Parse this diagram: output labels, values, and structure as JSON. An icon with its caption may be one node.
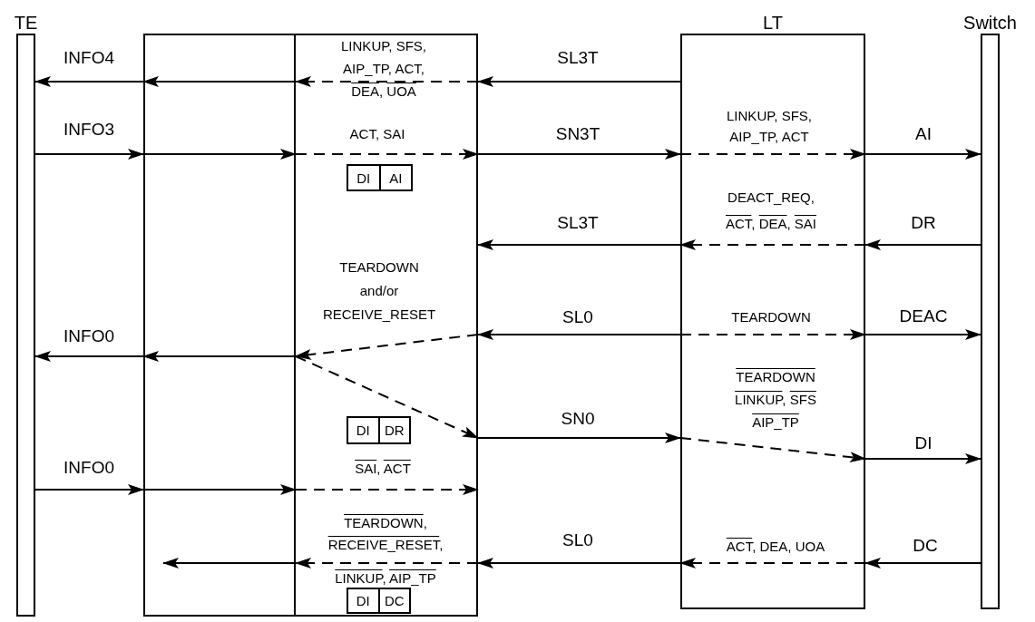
{
  "diagram": {
    "nodes": [
      {
        "text": [
          "TE"
        ]
      },
      {
        "text": [],
        "shape": "box"
      },
      {
        "text": [],
        "shape": "box"
      },
      {
        "text": [
          "LT"
        ]
      },
      {
        "text": [
          "Switch"
        ]
      },
      {
        "text": [
          "DI",
          "AI"
        ],
        "in": 2
      },
      {
        "text": [
          "DI",
          "DR"
        ],
        "in": 2
      },
      {
        "text": [
          "DI",
          "DC"
        ],
        "in": 2
      }
    ],
    "edges": [
      {
        "from": 3,
        "to": 2,
        "arrow": "to",
        "label": "SL3T"
      },
      {
        "from": 2,
        "to": 1,
        "arrow": "to",
        "style": "dashed",
        "label": "LINKUP, SFS, AIP_TP, ACT, DEA, UOA"
      },
      {
        "from": 1,
        "to": 0,
        "arrow": "to",
        "label": "INFO4"
      },
      {
        "from": 0,
        "to": 1,
        "arrow": "to",
        "label": "INFO3"
      },
      {
        "from": 1,
        "to": 2,
        "arrow": "to",
        "style": "dashed",
        "label": "ACT, SAI"
      },
      {
        "from": 2,
        "to": 3,
        "arrow": "to",
        "label": "SN3T"
      },
      {
        "from": 3,
        "to": 3,
        "arrow": "to",
        "style": "dashed",
        "label": "LINKUP, SFS, AIP_TP, ACT"
      },
      {
        "from": 3,
        "to": 4,
        "arrow": "to",
        "label": "AI"
      },
      {
        "from": 4,
        "to": 3,
        "arrow": "to",
        "label": "DR"
      },
      {
        "from": 3,
        "to": 3,
        "arrow": "to",
        "style": "dashed",
        "label": "DEACT_REQ, ACT, DEA, SAI"
      },
      {
        "from": 3,
        "to": 2,
        "arrow": "to",
        "label": "SL3T"
      },
      {
        "from": 3,
        "to": 2,
        "arrow": "to",
        "label": "SL0"
      },
      {
        "from": 3,
        "to": 3,
        "arrow": "to",
        "style": "dashed",
        "label": "TEARDOWN"
      },
      {
        "from": 3,
        "to": 4,
        "arrow": "to",
        "label": "DEAC"
      },
      {
        "from": 2,
        "to": 1,
        "arrow": "to",
        "style": "dashed",
        "label": "TEARDOWN and/or RECEIVE_RESET"
      },
      {
        "from": 1,
        "to": 0,
        "arrow": "to",
        "label": "INFO0"
      },
      {
        "from": 1,
        "to": 2,
        "arrow": "to",
        "style": "dashed"
      },
      {
        "from": 2,
        "to": 3,
        "arrow": "to",
        "label": "SN0"
      },
      {
        "from": 3,
        "to": 3,
        "arrow": "to",
        "style": "dashed",
        "label": "TEARDOWN LINKUP, SFS AIP_TP"
      },
      {
        "from": 3,
        "to": 4,
        "arrow": "to",
        "label": "DI"
      },
      {
        "from": 0,
        "to": 1,
        "arrow": "to",
        "label": "INFO0"
      },
      {
        "from": 1,
        "to": 2,
        "arrow": "to",
        "style": "dashed",
        "label": "SAI, ACT"
      },
      {
        "from": 4,
        "to": 3,
        "arrow": "to",
        "label": "DC"
      },
      {
        "from": 3,
        "to": 3,
        "arrow": "to",
        "style": "dashed",
        "label": "ACT, DEA, UOA"
      },
      {
        "from": 3,
        "to": 2,
        "arrow": "to",
        "label": "SL0"
      },
      {
        "from": 2,
        "to": 1,
        "arrow": "to",
        "style": "dashed",
        "label": "TEARDOWN, RECEIVE_RESET, LINKUP, AIP_TP"
      },
      {
        "from": null,
        "to": 1,
        "arrow": "to"
      }
    ]
  }
}
